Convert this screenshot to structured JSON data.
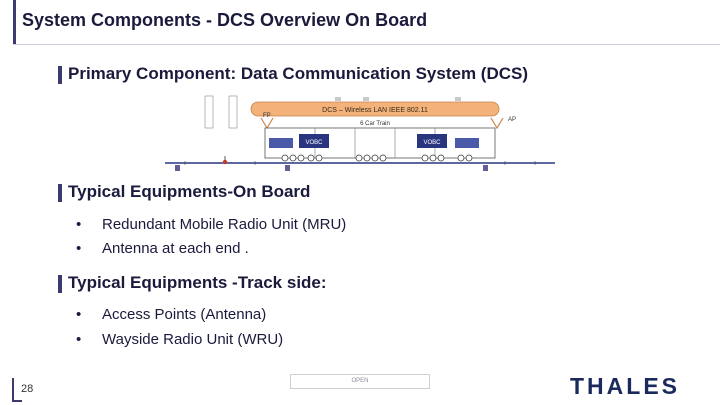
{
  "slide": {
    "title": "System Components - DCS Overview On Board",
    "page_number": "28",
    "classification": "OPEN",
    "logo": "THALES"
  },
  "sections": [
    {
      "heading": "Primary Component: Data Communication System (DCS)",
      "items": []
    },
    {
      "heading": "Typical Equipments-On Board",
      "items": [
        "Redundant Mobile Radio Unit (MRU)",
        "Antenna at each end ."
      ]
    },
    {
      "heading": "Typical Equipments -Track side:",
      "items": [
        "Access Points (Antenna)",
        "Wayside Radio Unit (WRU)"
      ]
    }
  ],
  "bullet_char": "•",
  "diagram": {
    "banner": "DCS – Wireless LAN IEEE 802.11",
    "train_label": "6 Car Train",
    "vobc_label": "VOBC",
    "left_end_label": "FP",
    "right_end_label": "AP",
    "colors": {
      "banner": "#f2b27a",
      "rail": "#2a3580",
      "vobc": "#2a3580"
    }
  }
}
